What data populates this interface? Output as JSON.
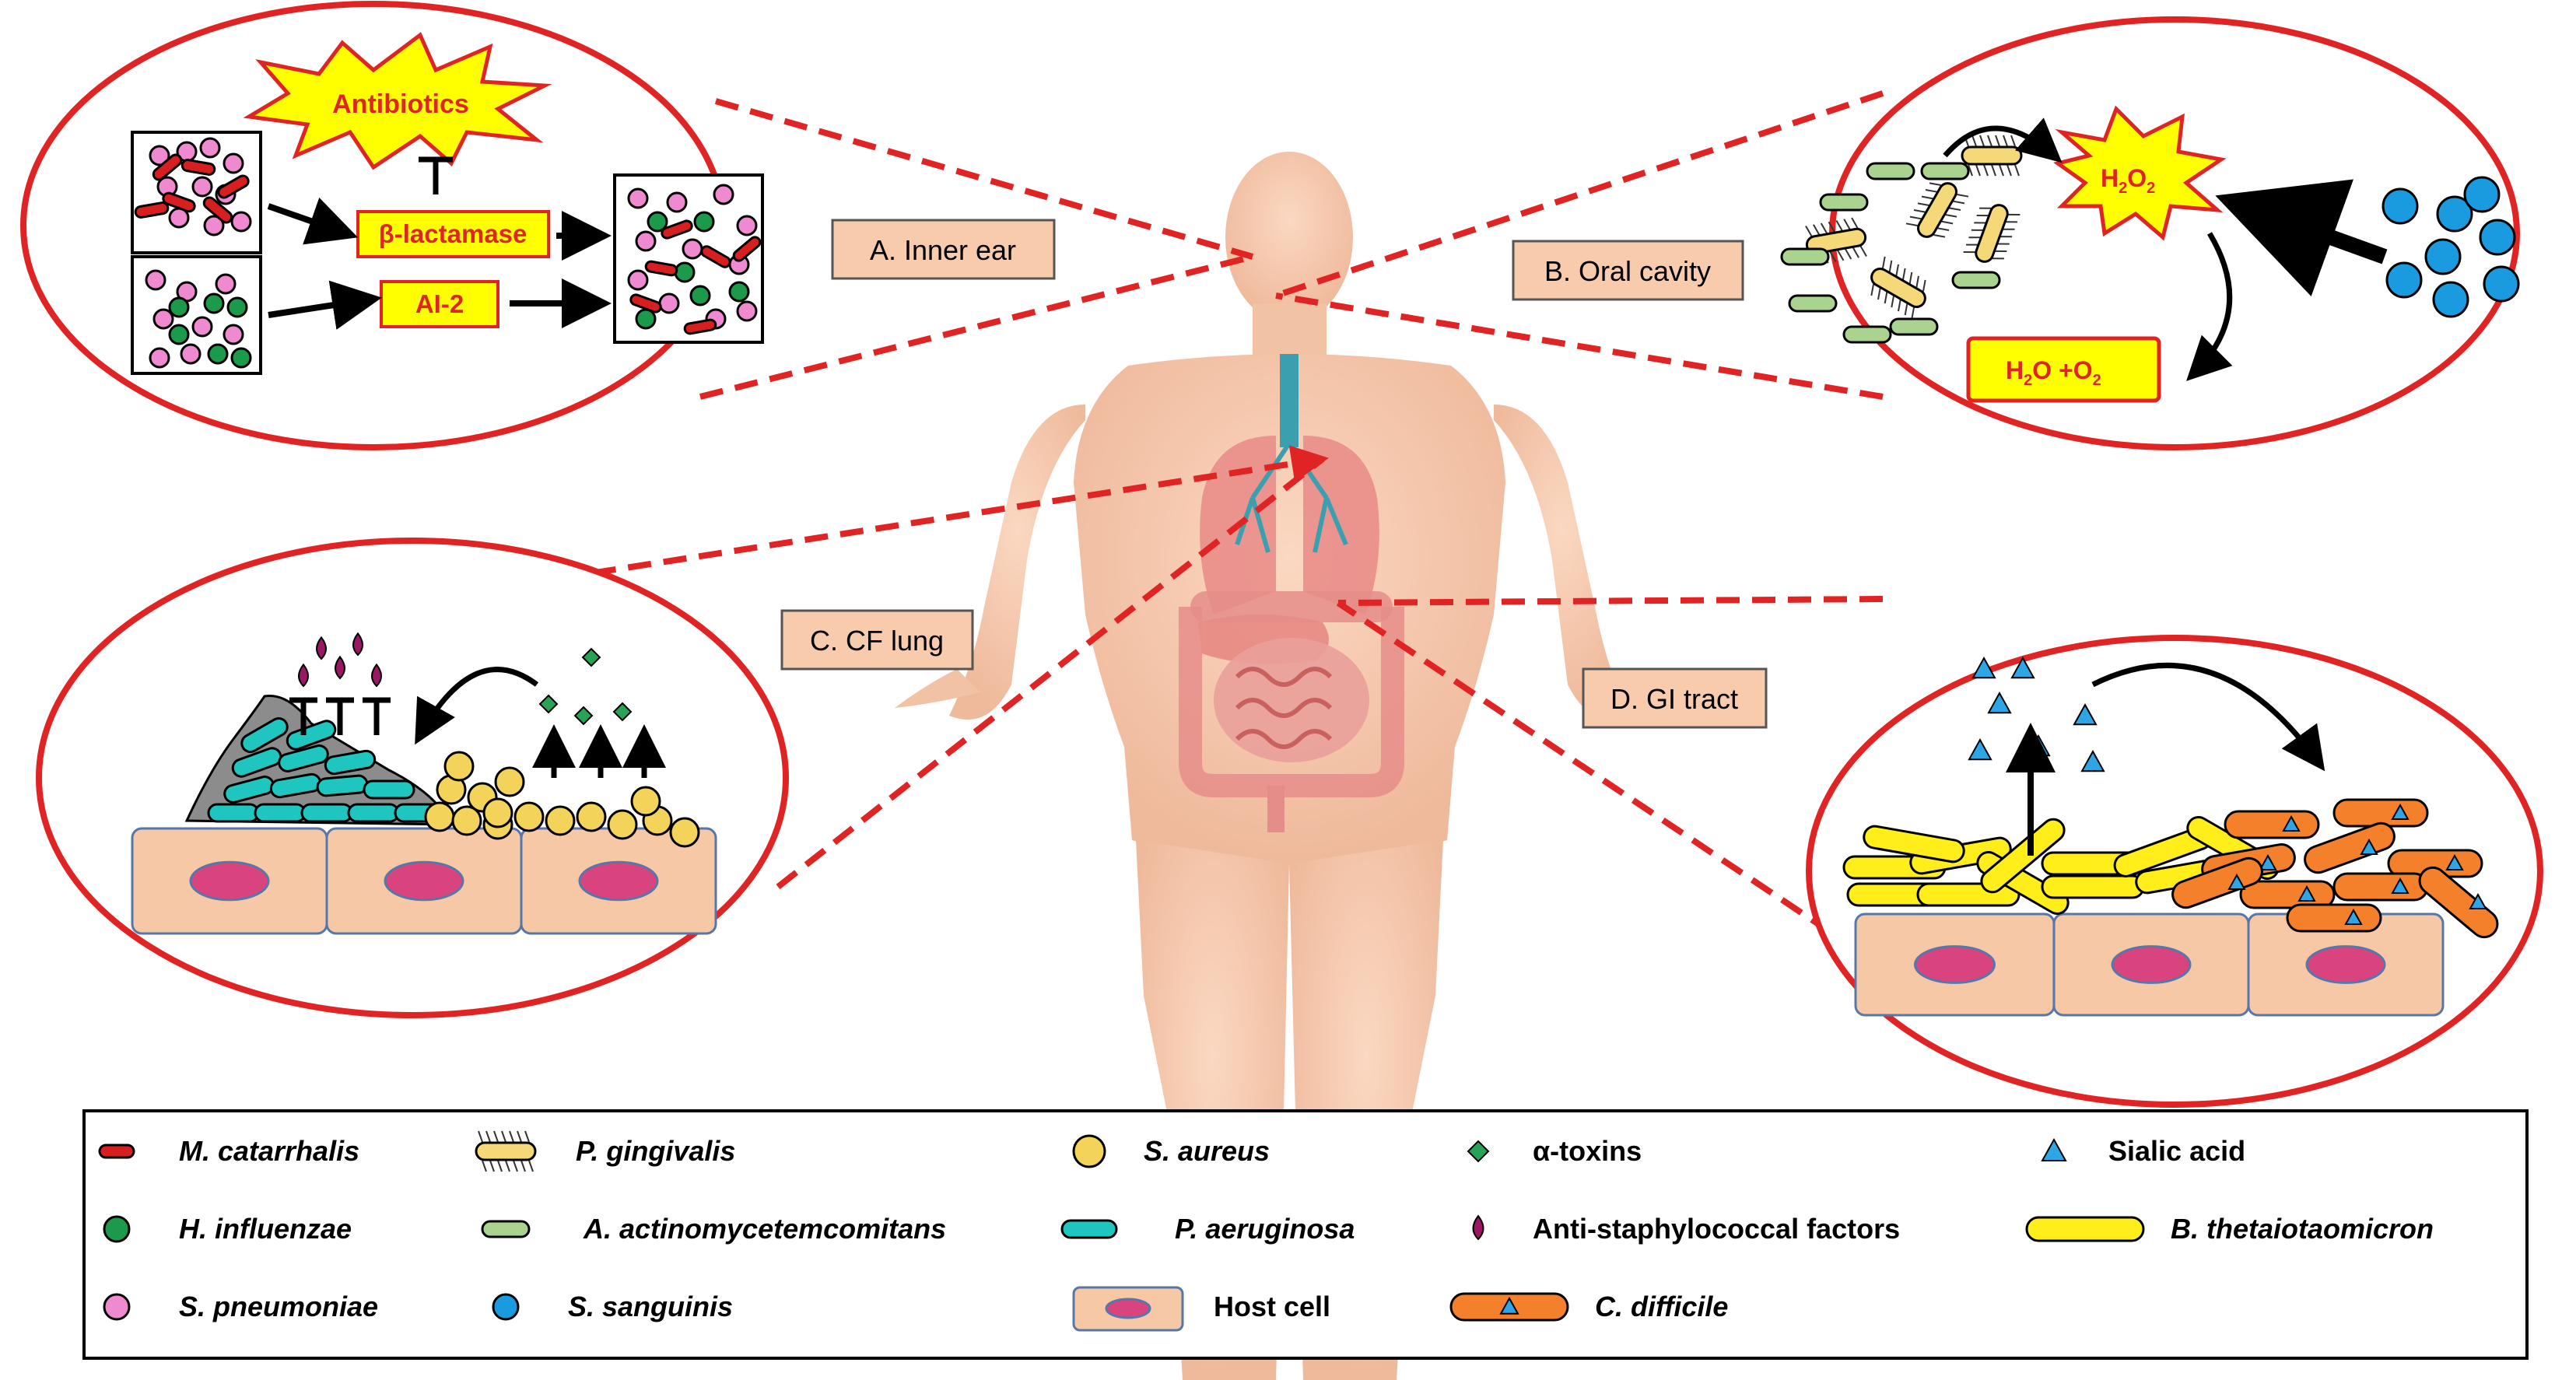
{
  "colors": {
    "red_outline": "#e02424",
    "skin": "#f6c9ad",
    "skin_dark": "#e9a98a",
    "host_cell": "#f7c8a6",
    "nucleus": "#d9447e",
    "m_catarrhalis": "#d71f1f",
    "h_influenzae": "#1a9a4a",
    "s_pneumoniae": "#f08ad0",
    "s_aureus": "#f3d35a",
    "p_aeruginosa": "#1fc6c0",
    "s_sanguinis": "#1a9be0",
    "a_actino": "#a9d38f",
    "b_theta": "#ffee1a",
    "c_difficile": "#f4802c",
    "sialic": "#2ea6e6",
    "toxin": "#27a357",
    "anti_staph": "#9b1663",
    "label_box": "#f8cbad",
    "yellow_box": "#ffff00"
  },
  "panels": {
    "a": {
      "label": "A. Inner ear",
      "antibiotics": "Antibiotics",
      "beta_lactamase": "β-lactamase",
      "ai2": "AI-2"
    },
    "b": {
      "label": "B. Oral cavity",
      "h2o2_main": "H",
      "h2o2_sub1": "2",
      "h2o2_mid": "O",
      "h2o2_sub2": "2",
      "water_main": "H",
      "water_sub1": "2",
      "water_mid": "O +O",
      "water_sub2": "2"
    },
    "c": {
      "label": "C. CF lung"
    },
    "d": {
      "label": "D. GI tract"
    }
  },
  "legend": {
    "items": [
      {
        "key": "m_catarrhalis",
        "label": "M. catarrhalis",
        "italic": true
      },
      {
        "key": "p_gingivalis",
        "label": "P. gingivalis",
        "italic": true
      },
      {
        "key": "s_aureus",
        "label": "S. aureus",
        "italic": true
      },
      {
        "key": "alpha_toxins",
        "label": "α-toxins",
        "italic": false
      },
      {
        "key": "sialic_acid",
        "label": "Sialic acid",
        "italic": false
      },
      {
        "key": "h_influenzae",
        "label": "H. influenzae",
        "italic": true
      },
      {
        "key": "a_actino",
        "label": "A. actinomycetemcomitans",
        "italic": true
      },
      {
        "key": "p_aeruginosa",
        "label": "P. aeruginosa",
        "italic": true
      },
      {
        "key": "anti_staph",
        "label": "Anti-staphylococcal factors",
        "italic": false
      },
      {
        "key": "b_theta",
        "label": "B. thetaiotaomicron",
        "italic": true
      },
      {
        "key": "s_pneumoniae",
        "label": "S. pneumoniae",
        "italic": true
      },
      {
        "key": "s_sanguinis",
        "label": "S. sanguinis",
        "italic": true
      },
      {
        "key": "host_cell",
        "label": "Host cell",
        "italic": false
      },
      {
        "key": "c_difficile",
        "label": "C. difficile",
        "italic": true
      }
    ]
  }
}
